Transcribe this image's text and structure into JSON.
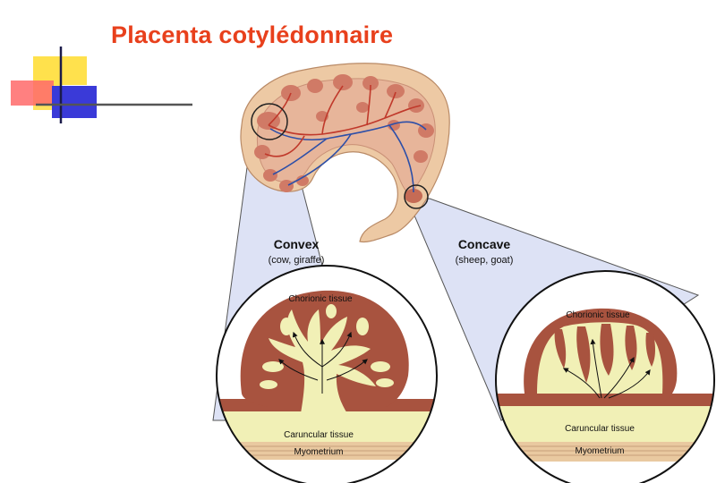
{
  "title": "Placenta cotylédonnaire",
  "convex": {
    "heading": "Convex",
    "examples": "(cow, giraffe)",
    "top_label": "Chorionic tissue",
    "bottom_label": "Caruncular tissue",
    "base_label": "Myometrium"
  },
  "concave": {
    "heading": "Concave",
    "examples": "(sheep, goat)",
    "top_label": "Chorionic tissue",
    "bottom_label": "Caruncular tissue",
    "base_label": "Myometrium"
  },
  "colors": {
    "title": "#e8401c",
    "chorion": "#a8533f",
    "caruncle": "#f1f0b6",
    "uterus": "#edc9a4",
    "cone": "#dde2f5"
  }
}
